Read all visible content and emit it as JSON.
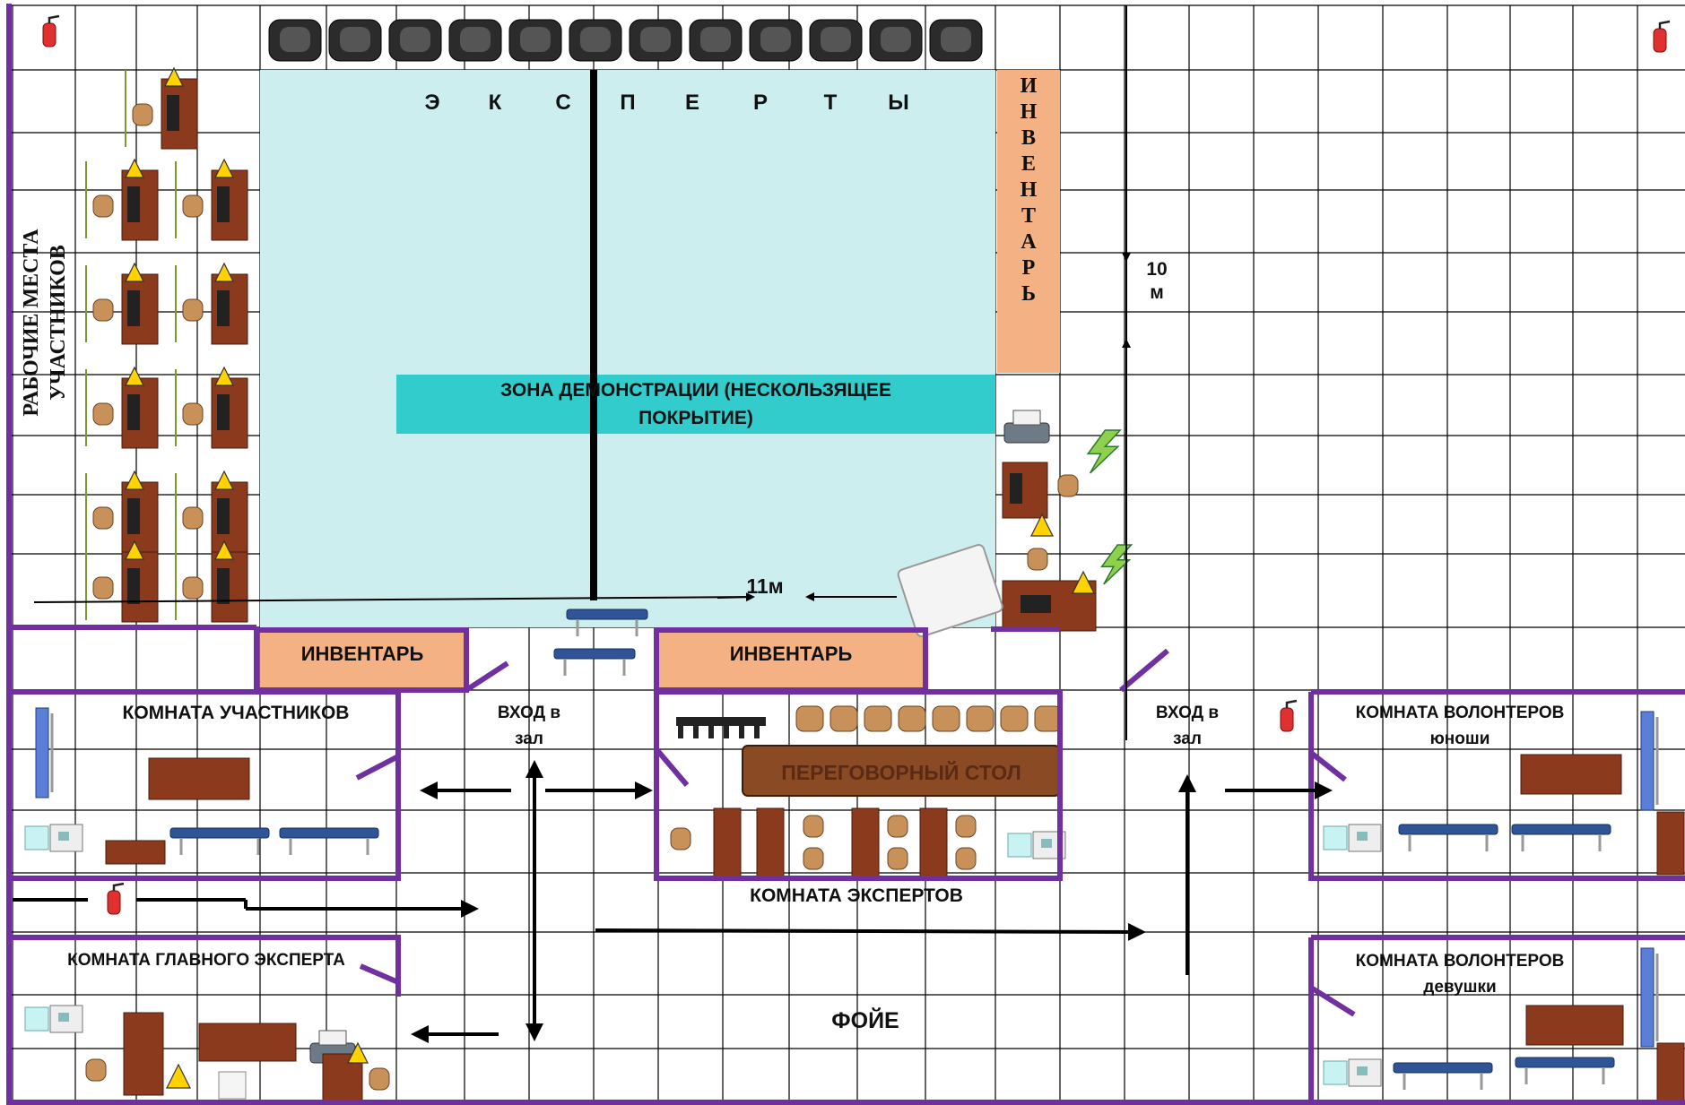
{
  "colors": {
    "grid": "#000000",
    "wall": "#7030a0",
    "stage_area": "#cdeeee",
    "demo_band": "#33cccc",
    "inventory": "#f4b183",
    "wood": "#8b3a1e",
    "bench": "#2f5597"
  },
  "icons": [
    "fire-extinguisher-icon",
    "chair-icon",
    "desk-icon",
    "printer-icon",
    "electric-hazard-icon",
    "warning-icon",
    "bench-icon",
    "cooler-icon",
    "arrow-icon"
  ],
  "labels": {
    "participants_workplaces_line1": "РАБОЧИЕ МЕСТА",
    "participants_workplaces_line2": "УЧАСТНИКОВ",
    "experts_letters": [
      "Э",
      "К",
      "С",
      "П",
      "Е",
      "Р",
      "Т",
      "Ы"
    ],
    "inventory_vertical_letters": [
      "И",
      "Н",
      "В",
      "Е",
      "Н",
      "Т",
      "А",
      "Р",
      "Ь"
    ],
    "distance_height_value": "10",
    "distance_height_unit": "м",
    "distance_width": "11м",
    "demo_zone_line1": "ЗОНА ДЕМОНСТРАЦИИ (НЕСКОЛЬЗЯЩЕЕ",
    "demo_zone_line2": "ПОКРЫТИЕ)",
    "inventory_left": "ИНВЕНТАРЬ",
    "inventory_right": "ИНВЕНТАРЬ",
    "participants_room": "КОМНАТА УЧАСТНИКОВ",
    "entrance_left_line1": "ВХОД в",
    "entrance_left_line2": "зал",
    "entrance_right_line1": "ВХОД в",
    "entrance_right_line2": "зал",
    "negotiation_table": "ПЕРЕГОВОРНЫЙ СТОЛ",
    "experts_room": "КОМНАТА ЭКСПЕРТОВ",
    "volunteers_boys_line1": "КОМНАТА ВОЛОНТЕРОВ",
    "volunteers_boys_line2": "юноши",
    "volunteers_girls_line1": "КОМНАТА ВОЛОНТЕРОВ",
    "volunteers_girls_line2": "девушки",
    "chief_expert_room": "КОМНАТА ГЛАВНОГО ЭКСПЕРТА",
    "foyer": "ФОЙЕ"
  }
}
